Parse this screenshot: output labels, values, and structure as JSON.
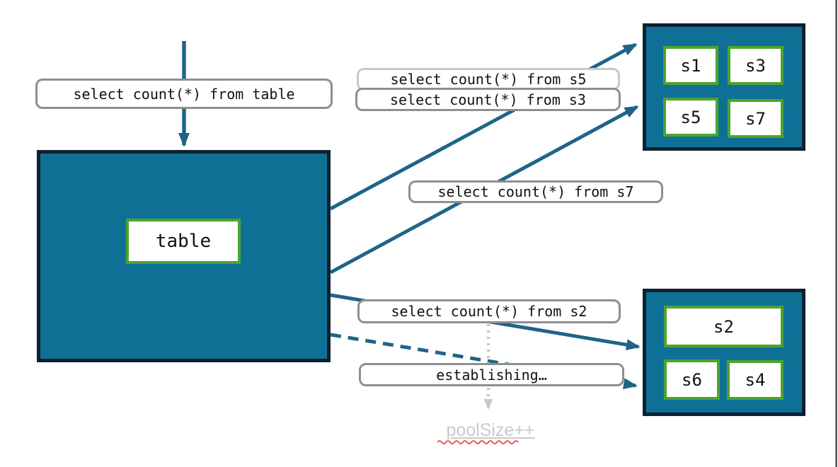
{
  "labels": {
    "query_table": "select count(*) from table",
    "query_s5": "select count(*) from s5",
    "query_s3": "select count(*) from s3",
    "query_s7": "select count(*) from s7",
    "query_s2": "select count(*) from s2",
    "establishing": "establishing…",
    "pool_size": "poolSize++"
  },
  "main_table_box": {
    "label": "table"
  },
  "top_shard_group": {
    "shards": [
      "s1",
      "s3",
      "s5",
      "s7"
    ]
  },
  "bottom_shard_group": {
    "wide_shard": "s2",
    "shards": [
      "s6",
      "s4"
    ]
  },
  "colors": {
    "teal_fill": "#0f7096",
    "dark_border": "#0d2130",
    "arrow": "#1f6488",
    "green_border": "#4da32f",
    "label_border": "#8f8f8f",
    "label_border_light": "#c9c9c9",
    "muted_text": "#c9c9c9",
    "squiggle_red": "#e5372b",
    "slide_edge": "#2a2a2a"
  }
}
